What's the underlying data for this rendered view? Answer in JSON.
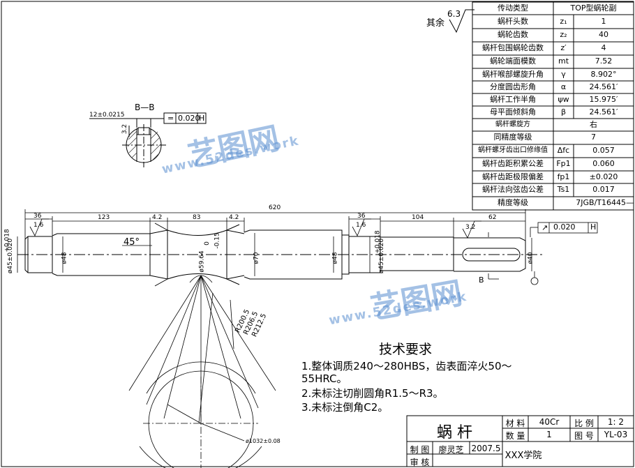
{
  "surface_note": {
    "prefix": "其余",
    "value": "6.3"
  },
  "spec_table": {
    "header": {
      "label": "传动类型",
      "symbol": "",
      "value": "TOP型蜗轮副"
    },
    "rows": [
      {
        "label": "蜗杆头数",
        "symbol": "z₁",
        "value": "1"
      },
      {
        "label": "蜗轮齿数",
        "symbol": "z₂",
        "value": "40"
      },
      {
        "label": "蜗杆包围蜗轮齿数",
        "symbol": "z′",
        "value": "4"
      },
      {
        "label": "蜗轮端面模数",
        "symbol": "mt",
        "value": "7.52"
      },
      {
        "label": "蜗杆喉部螺旋升角",
        "symbol": "γ",
        "value": "8.902°"
      },
      {
        "label": "分度圆齿形角",
        "symbol": "α",
        "value": "24.561′"
      },
      {
        "label": "蜗杆工作半角",
        "symbol": "ψw",
        "value": "15.975′"
      },
      {
        "label": "母平面倾斜角",
        "symbol": "β",
        "value": "24.561′"
      },
      {
        "label": "蜗杆螺旋方",
        "symbol": "",
        "value": "右"
      },
      {
        "label": "同精度等级",
        "symbol": "",
        "value": "7"
      },
      {
        "label": "蜗杆螺牙齿出口修缘值",
        "symbol": "Δfc",
        "value": "0.057"
      },
      {
        "label": "蜗杆齿距积累公差",
        "symbol": "Fp1",
        "value": "0.060"
      },
      {
        "label": "蜗杆齿距极限偏差",
        "symbol": "fp1",
        "value": "±0.020"
      },
      {
        "label": "蜗杆法向弦齿公差",
        "symbol": "Ts1",
        "value": "0.017"
      }
    ],
    "footer": {
      "label": "精度等级",
      "value": "7JGB/T16445—"
    }
  },
  "section": {
    "label": "B—B",
    "keyway_dim": "12±0.0215",
    "depth_dim": "3.2",
    "tolerance_symbol": "=",
    "tolerance_value": "0.020",
    "datum": "H"
  },
  "dims": {
    "overall": "620",
    "d36a": "36",
    "d123": "123",
    "d42a": "4.2",
    "d83": "83",
    "d42b": "4.2",
    "d36b": "36",
    "d104": "104",
    "d62": "62",
    "angle45": "45°",
    "dia45a": "ø45±0.020",
    "tol018a": "+0.018",
    "dia48": "ø48",
    "dia70": "ø70",
    "dia48b": "ø48",
    "dia5964": "ø59.64",
    "tol_m015": "-0.15",
    "zero": "0",
    "dia45b": "ø45±0.020",
    "tol018b": "+0.018",
    "dia40": "ø40",
    "ra16a": "1.6",
    "ra16b": "1.6",
    "ra32": "3.2",
    "runout_value": "0.020",
    "runout_datum": "H",
    "r2005": "R200.5",
    "r2065": "R206.5",
    "r2125": "R212.5",
    "dia1032": "ø1032±0.08",
    "arrow_b": "B"
  },
  "watermark": {
    "brand": "艺图网",
    "url": "www.52des.work"
  },
  "notes": {
    "title": "技术要求",
    "lines": [
      "1.整体调质240～280HBS，齿表面淬火50～",
      "55HRC。",
      "2.未标注切削圆角R1.5～R3。",
      "3.未标注倒角C2。"
    ]
  },
  "title_block": {
    "part_name": "蜗  杆",
    "material_label": "材 料",
    "material_value": "40Cr",
    "scale_label": "比 例",
    "scale_value": "1: 2",
    "qty_label": "数 量",
    "qty_value": "1",
    "drawing_no_label": "图 号",
    "drawing_no_value": "YL-03",
    "drawn_label": "制 图",
    "drawn_name": "廖灵芝",
    "drawn_date": "2007.5",
    "check_label": "审 核",
    "school": "XXX学院"
  }
}
